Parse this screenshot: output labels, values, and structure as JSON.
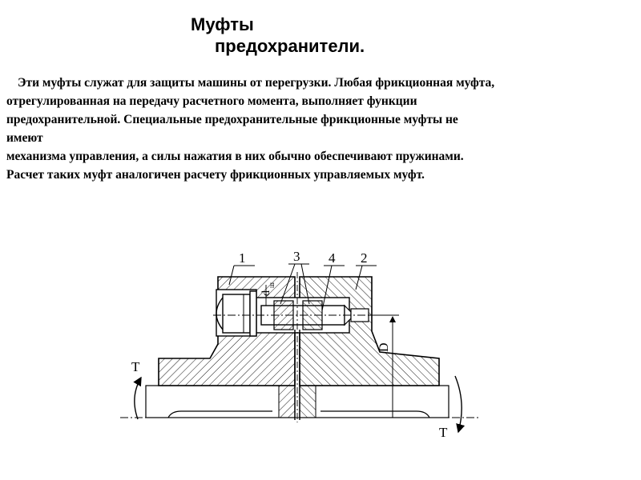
{
  "title": {
    "line1": "Муфты",
    "line2": "предохранители."
  },
  "paragraph": [
    "Эти муфты служат для защиты машины от перегрузки. Любая фрикционная муфта,",
    "отрегулированная на передачу расчетного момента, выполняет функции",
    "предохранительной. Специальные предохранительные фрикционные муфты не",
    "имеют",
    "механизма управления, а силы нажатия в них обычно обеспечивают пружинами.",
    "Расчет таких муфт аналогичен расчету фрикционных управляемых муфт."
  ],
  "figure": {
    "labels": {
      "part1": "1",
      "part2": "2",
      "part3": "3",
      "part4": "4",
      "diameter": "D",
      "small_d": "d",
      "small_d_sub": "ш",
      "torque_left": "T",
      "torque_right": "T"
    }
  }
}
